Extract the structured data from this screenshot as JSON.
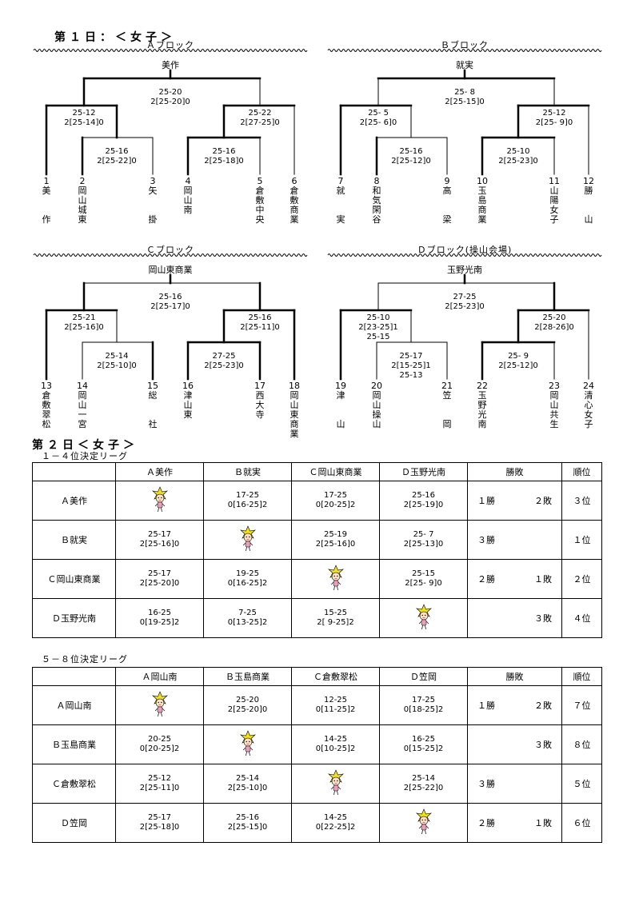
{
  "day1": {
    "title": "第１日：＜女子＞",
    "blocks": [
      {
        "key": "A",
        "name": "Ａブロック",
        "winner": "美作",
        "matches": [
          {
            "l1": "25-20",
            "l2": "2[25-20]0"
          },
          {
            "l1": "25-12",
            "l2": "2[25-14]0"
          },
          {
            "l1": "25-22",
            "l2": "2[27-25]0"
          },
          {
            "l1": "25-16",
            "l2": "2[25-22]0"
          },
          {
            "l1": "25-16",
            "l2": "2[25-18]0"
          }
        ],
        "teams": [
          {
            "num": "1",
            "chars": [
              "美",
              "",
              "",
              "作"
            ]
          },
          {
            "num": "2",
            "chars": [
              "岡",
              "山",
              "城",
              "東"
            ]
          },
          {
            "num": "3",
            "chars": [
              "矢",
              "",
              "",
              "掛"
            ]
          },
          {
            "num": "4",
            "chars": [
              "岡",
              "山",
              "南",
              ""
            ]
          },
          {
            "num": "5",
            "chars": [
              "倉",
              "敷",
              "中",
              "央"
            ]
          },
          {
            "num": "6",
            "chars": [
              "倉",
              "敷",
              "商",
              "業"
            ]
          }
        ]
      },
      {
        "key": "B",
        "name": "Ｂブロック",
        "winner": "就実",
        "matches": [
          {
            "l1": "25- 8",
            "l2": "2[25-15]0"
          },
          {
            "l1": "25- 5",
            "l2": "2[25- 6]0"
          },
          {
            "l1": "25-12",
            "l2": "2[25- 9]0"
          },
          {
            "l1": "25-16",
            "l2": "2[25-12]0"
          },
          {
            "l1": "25-10",
            "l2": "2[25-23]0"
          }
        ],
        "teams": [
          {
            "num": "7",
            "chars": [
              "就",
              "",
              "",
              "実"
            ]
          },
          {
            "num": "8",
            "chars": [
              "和",
              "気",
              "閑",
              "谷"
            ]
          },
          {
            "num": "9",
            "chars": [
              "高",
              "",
              "",
              "梁"
            ]
          },
          {
            "num": "10",
            "chars": [
              "玉",
              "島",
              "商",
              "業"
            ]
          },
          {
            "num": "11",
            "chars": [
              "山",
              "陽",
              "女",
              "子"
            ]
          },
          {
            "num": "12",
            "chars": [
              "勝",
              "",
              "",
              "山"
            ]
          }
        ]
      },
      {
        "key": "C",
        "name": "Ｃブロック",
        "winner": "岡山東商業",
        "matches": [
          {
            "l1": "25-16",
            "l2": "2[25-17]0"
          },
          {
            "l1": "25-21",
            "l2": "2[25-16]0"
          },
          {
            "l1": "25-16",
            "l2": "2[25-11]0"
          },
          {
            "l1": "25-14",
            "l2": "2[25-10]0"
          },
          {
            "l1": "27-25",
            "l2": "2[25-23]0"
          }
        ],
        "teams": [
          {
            "num": "13",
            "chars": [
              "倉",
              "敷",
              "翠",
              "松",
              ""
            ]
          },
          {
            "num": "14",
            "chars": [
              "岡",
              "山",
              "一",
              "宮",
              ""
            ]
          },
          {
            "num": "15",
            "chars": [
              "総",
              "",
              "",
              "社",
              ""
            ]
          },
          {
            "num": "16",
            "chars": [
              "津",
              "山",
              "東",
              "",
              ""
            ]
          },
          {
            "num": "17",
            "chars": [
              "西",
              "大",
              "寺",
              "",
              ""
            ]
          },
          {
            "num": "18",
            "chars": [
              "岡",
              "山",
              "東",
              "商",
              "業"
            ]
          }
        ]
      },
      {
        "key": "D",
        "name": "Ｄブロック(操山会場)",
        "winner": "玉野光南",
        "matches": [
          {
            "l1": "27-25",
            "l2": "2[25-23]0"
          },
          {
            "l1": "25-10",
            "l2": "2[23-25]1",
            "l3": "25-15"
          },
          {
            "l1": "25-20",
            "l2": "2[28-26]0"
          },
          {
            "l1": "25-17",
            "l2": "2[15-25]1",
            "l3": "25-13"
          },
          {
            "l1": "25- 9",
            "l2": "2[25-12]0"
          }
        ],
        "teams": [
          {
            "num": "19",
            "chars": [
              "津",
              "",
              "",
              "山"
            ]
          },
          {
            "num": "20",
            "chars": [
              "岡",
              "山",
              "操",
              "山"
            ]
          },
          {
            "num": "21",
            "chars": [
              "笠",
              "",
              "",
              "岡"
            ]
          },
          {
            "num": "22",
            "chars": [
              "玉",
              "野",
              "光",
              "南"
            ]
          },
          {
            "num": "23",
            "chars": [
              "岡",
              "山",
              "共",
              "生"
            ]
          },
          {
            "num": "24",
            "chars": [
              "清",
              "心",
              "女",
              "子"
            ]
          }
        ]
      }
    ]
  },
  "day2": {
    "title": "第２日＜女子＞",
    "leagues": [
      {
        "title": "１－４位決定リーグ",
        "headers": [
          "",
          "Ａ美作",
          "Ｂ就実",
          "Ｃ岡山東商業",
          "Ｄ玉野光南",
          "勝敗",
          "順位"
        ],
        "rows": [
          {
            "team": "Ａ美作",
            "cells": [
              null,
              {
                "a": "17-25",
                "b": "0[16-25]2"
              },
              {
                "a": "17-25",
                "b": "0[20-25]2"
              },
              {
                "a": "25-16",
                "b": "2[25-19]0"
              }
            ],
            "win": "１勝",
            "loss": "２敗",
            "rank": "３位"
          },
          {
            "team": "Ｂ就実",
            "cells": [
              {
                "a": "25-17",
                "b": "2[25-16]0"
              },
              null,
              {
                "a": "25-19",
                "b": "2[25-16]0"
              },
              {
                "a": "25- 7",
                "b": "2[25-13]0"
              }
            ],
            "win": "３勝",
            "loss": "",
            "rank": "１位"
          },
          {
            "team": "Ｃ岡山東商業",
            "cells": [
              {
                "a": "25-17",
                "b": "2[25-20]0"
              },
              {
                "a": "19-25",
                "b": "0[16-25]2"
              },
              null,
              {
                "a": "25-15",
                "b": "2[25- 9]0"
              }
            ],
            "win": "２勝",
            "loss": "１敗",
            "rank": "２位"
          },
          {
            "team": "Ｄ玉野光南",
            "cells": [
              {
                "a": "16-25",
                "b": "0[19-25]2"
              },
              {
                "a": "7-25",
                "b": "0[13-25]2"
              },
              {
                "a": "15-25",
                "b": "2[ 9-25]2"
              },
              null
            ],
            "win": "",
            "loss": "３敗",
            "rank": "４位"
          }
        ]
      },
      {
        "title": "５－８位決定リーグ",
        "headers": [
          "",
          "Ａ岡山南",
          "Ｂ玉島商業",
          "Ｃ倉敷翠松",
          "Ｄ笠岡",
          "勝敗",
          "順位"
        ],
        "rows": [
          {
            "team": "Ａ岡山南",
            "cells": [
              null,
              {
                "a": "25-20",
                "b": "2[25-20]0"
              },
              {
                "a": "12-25",
                "b": "0[11-25]2"
              },
              {
                "a": "17-25",
                "b": "0[18-25]2"
              }
            ],
            "win": "１勝",
            "loss": "２敗",
            "rank": "７位"
          },
          {
            "team": "Ｂ玉島商業",
            "cells": [
              {
                "a": "20-25",
                "b": "0[20-25]2"
              },
              null,
              {
                "a": "14-25",
                "b": "0[10-25]2"
              },
              {
                "a": "16-25",
                "b": "0[15-25]2"
              }
            ],
            "win": "",
            "loss": "３敗",
            "rank": "８位"
          },
          {
            "team": "Ｃ倉敷翠松",
            "cells": [
              {
                "a": "25-12",
                "b": "2[25-11]0"
              },
              {
                "a": "25-14",
                "b": "2[25-10]0"
              },
              null,
              {
                "a": "25-14",
                "b": "2[25-22]0"
              }
            ],
            "win": "３勝",
            "loss": "",
            "rank": "５位"
          },
          {
            "team": "Ｄ笠岡",
            "cells": [
              {
                "a": "25-17",
                "b": "2[25-18]0"
              },
              {
                "a": "25-16",
                "b": "2[25-15]0"
              },
              {
                "a": "14-25",
                "b": "0[22-25]2"
              },
              null
            ],
            "win": "２勝",
            "loss": "１敗",
            "rank": "６位"
          }
        ]
      }
    ]
  }
}
